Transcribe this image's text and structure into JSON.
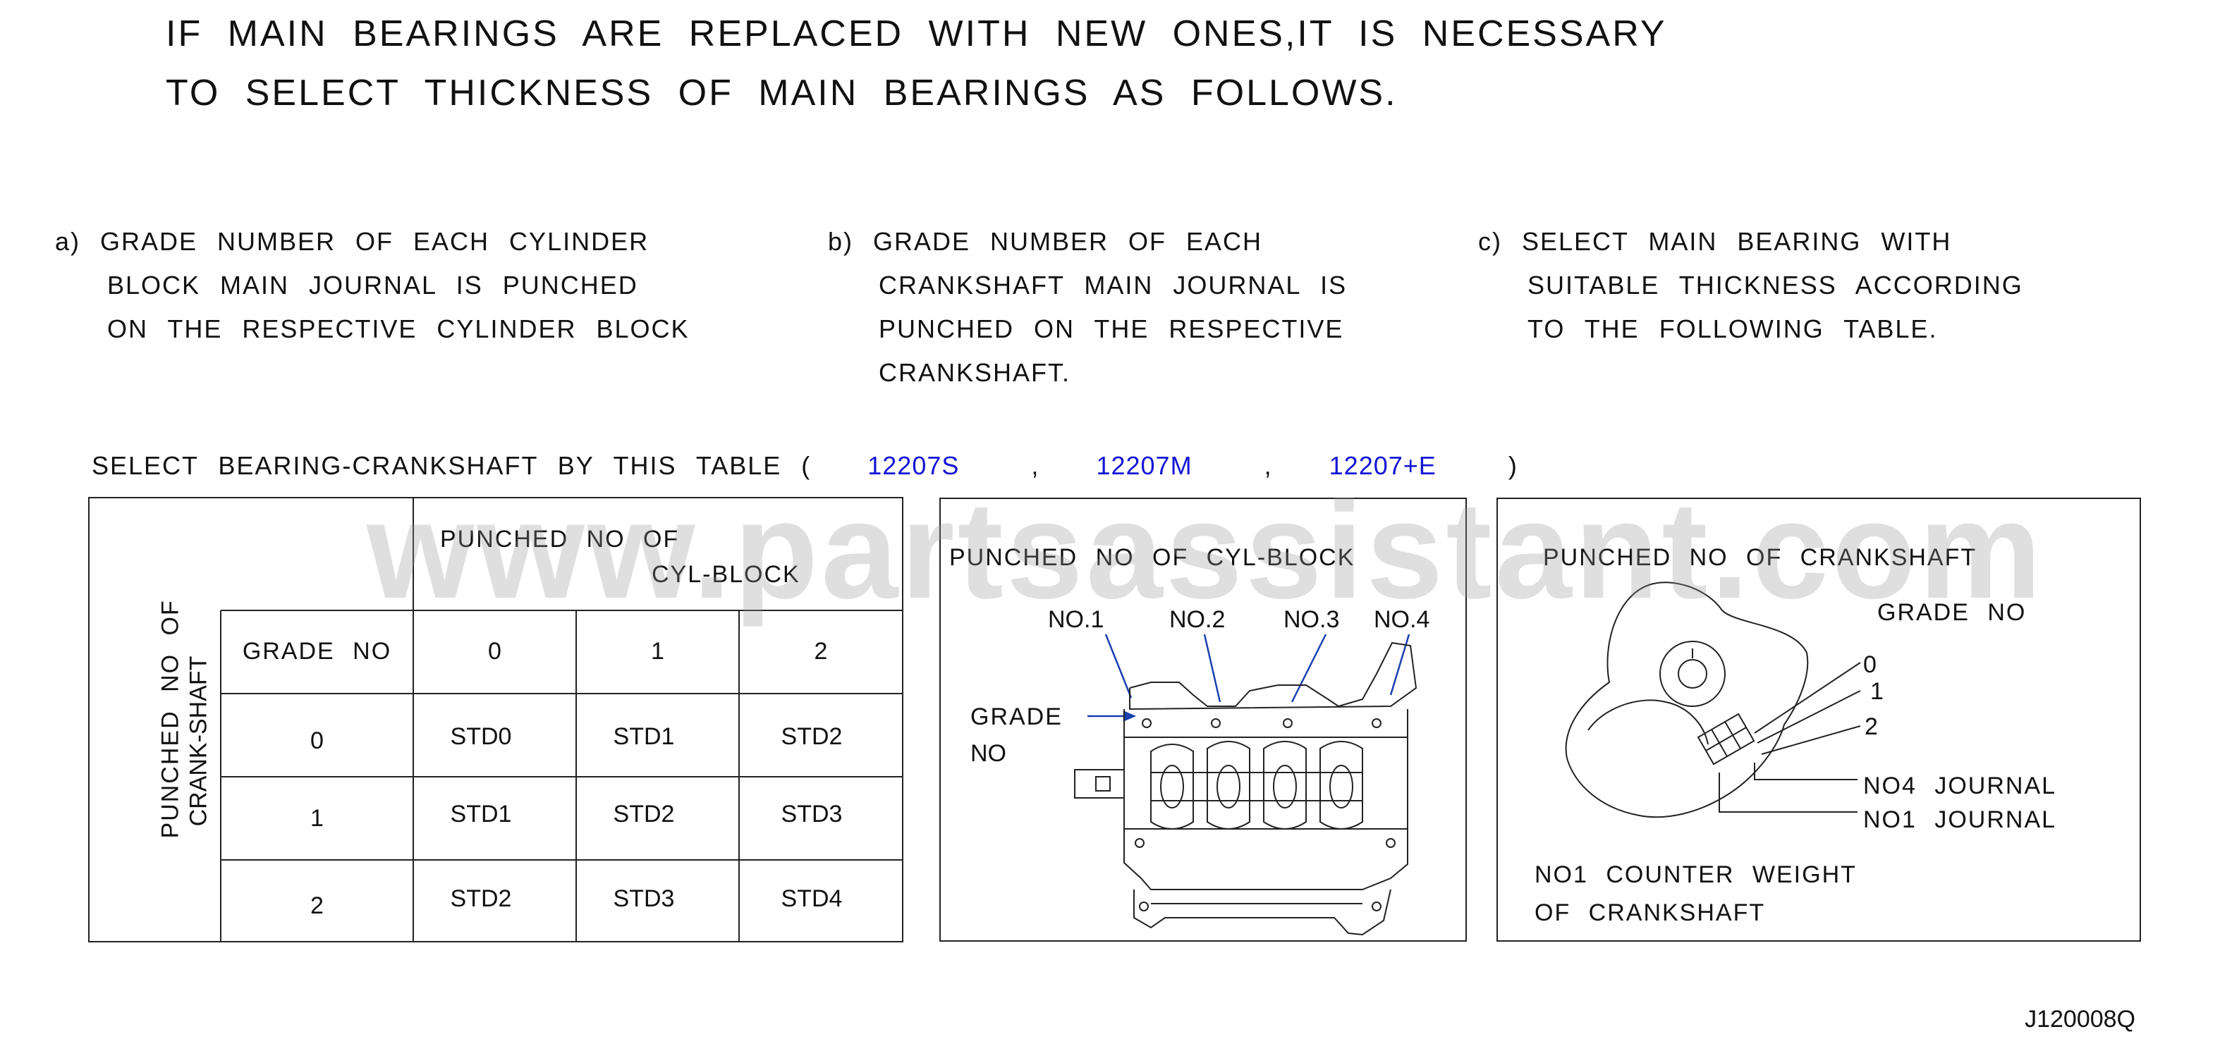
{
  "heading": {
    "line1": "IF MAIN BEARINGS ARE REPLACED WITH NEW ONES,IT IS NECESSARY",
    "line2": "TO SELECT THICKNESS OF MAIN BEARINGS AS FOLLOWS."
  },
  "steps": {
    "a": [
      "a) GRADE NUMBER OF EACH CYLINDER",
      "BLOCK MAIN JOURNAL IS PUNCHED",
      "ON THE RESPECTIVE CYLINDER BLOCK"
    ],
    "b": [
      "b) GRADE NUMBER OF EACH",
      "CRANKSHAFT MAIN JOURNAL IS",
      "PUNCHED ON THE RESPECTIVE",
      "CRANKSHAFT."
    ],
    "c": [
      "c) SELECT MAIN BEARING WITH",
      "SUITABLE THICKNESS ACCORDING",
      "TO THE FOLLOWING TABLE."
    ]
  },
  "select_line": {
    "prefix": "SELECT BEARING-CRANKSHAFT BY THIS TABLE (",
    "parts": [
      "12207S",
      "12207M",
      "12207+E"
    ],
    "comma": ",",
    "suffix": ")"
  },
  "table": {
    "col_header_line1": "PUNCHED NO OF",
    "col_header_line2": "CYL-BLOCK",
    "row_header_line1": "PUNCHED NO OF",
    "row_header_line2": "CRANK-SHAFT",
    "grade_no": "GRADE NO",
    "columns": [
      "0",
      "1",
      "2"
    ],
    "rows": [
      {
        "grade": "0",
        "values": [
          "STD0",
          "STD1",
          "STD2"
        ]
      },
      {
        "grade": "1",
        "values": [
          "STD1",
          "STD2",
          "STD3"
        ]
      },
      {
        "grade": "2",
        "values": [
          "STD2",
          "STD3",
          "STD4"
        ]
      }
    ]
  },
  "block_panel": {
    "title": "PUNCHED NO OF CYL-BLOCK",
    "journals": [
      "NO.1",
      "NO.2",
      "NO.3",
      "NO.4"
    ],
    "grade_line1": "GRADE",
    "grade_line2": "NO"
  },
  "crank_panel": {
    "title": "PUNCHED NO OF CRANKSHAFT",
    "grade_no": "GRADE NO",
    "grades": [
      "0",
      "1",
      "2"
    ],
    "no4_journal": "NO4 JOURNAL",
    "no1_journal": "NO1 JOURNAL",
    "counter_line1": "NO1 COUNTER WEIGHT",
    "counter_line2": "OF CRANKSHAFT"
  },
  "watermark": "www.partsassistant.com",
  "code": "J120008Q",
  "colors": {
    "part_number": "#1515d6",
    "line": "#222222",
    "watermark": "#969696"
  }
}
